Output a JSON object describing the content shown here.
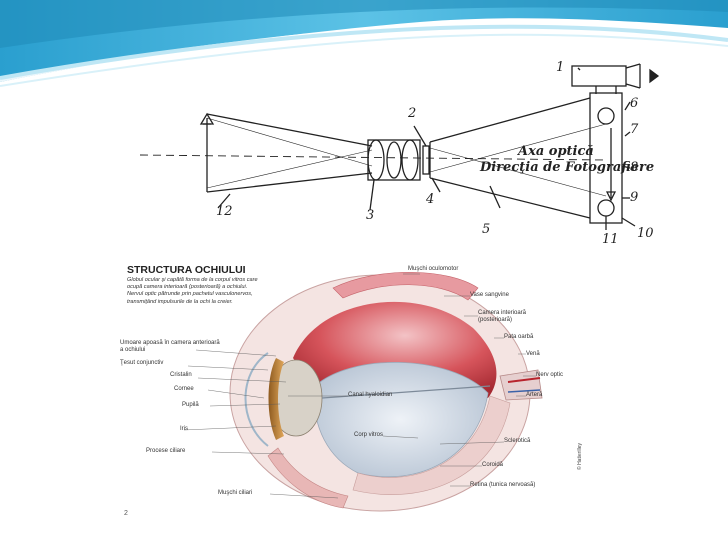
{
  "camera_diagram": {
    "numbers": [
      "1",
      "2",
      "3",
      "4",
      "5",
      "6",
      "7",
      "8",
      "9",
      "10",
      "11",
      "12"
    ],
    "axis_text": "Axa optică",
    "direction_text": "Direcţia de Fotografiere"
  },
  "eye_diagram": {
    "title": "STRUCTURA OCHIULUI",
    "description": "Globul ocular şi capătă forma de la corpul vitros care ocupă camera interioară (posterioară) a ochiului. Nervul optic pătrunde prin pachetul vasculonervos, transmiţând impulsurile de la ochi la creier.",
    "labels": {
      "muschi_oculomotor": "Muşchi oculomotor",
      "vase_sangvine": "Vase sangvine",
      "camera_interioara": "Camera interioară (posterioară)",
      "pata_oarba": "Pata oarbă",
      "vena": "Venă",
      "nerv_optic": "Nerv optic",
      "artera": "Arteră",
      "umoare_apoasa": "Umoare apoasă în camera anterioară a ochiului",
      "tesut_conjunctiv": "Ţesut conjunctiv",
      "cristalin": "Cristalin",
      "cornee": "Cornee",
      "pupila": "Pupilă",
      "iris": "Iris",
      "canal_hyaloidian": "Canal hyaloidian",
      "corp_vitros": "Corp vitros",
      "sclerotica": "Sclerotică",
      "procese_ciliare": "Procese ciliare",
      "coroida": "Coroidă",
      "retina": "Retina (tunica nervoasă)",
      "muschi_ciliari": "Muşchi ciliari"
    },
    "credit": "© Hatierilley"
  },
  "page_number": "2",
  "colors": {
    "wave_dark": "#2a9fcf",
    "wave_light": "#bfe7f5",
    "eye_red": "#c8373e",
    "eye_pink": "#e8a6a9",
    "eye_lens": "#c98a3a",
    "eye_vitreous": "#c8d3e0"
  }
}
